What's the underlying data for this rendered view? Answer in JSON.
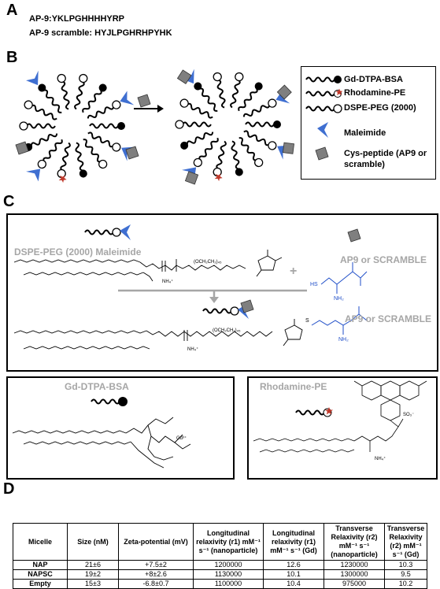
{
  "panels": {
    "a": "A",
    "b": "B",
    "c": "C",
    "d": "D"
  },
  "panel_a": {
    "line1": "AP-9:YKLPGHHHHYRP",
    "line2": "AP-9 scramble: HYJLPGHRHPYHK"
  },
  "legend": {
    "gd": "Gd-DTPA-BSA",
    "rho": "Rhodamine-PE",
    "dspe": "DSPE-PEG (2000)",
    "mal": "Maleimide",
    "cys1": "Cys-peptide (AP9 or",
    "cys2": "scramble)"
  },
  "panel_c": {
    "dspe_title": "DSPE-PEG (2000) Maleimide",
    "ap9_label_top": "AP9 or SCRAMBLE",
    "ap9_label_bottom": "AP9 or SCRAMBLE",
    "plus": "+",
    "peg_unit_top": "(OCH₂CH₂)₄₅",
    "peg_unit_bottom": "(OCH₂CH₂)₄₅",
    "nh4_top": "NH₄⁺",
    "nh4_bottom": "NH₄⁺",
    "hs": "HS",
    "nh2_top": "NH₂",
    "nh2_bottom": "NH₂",
    "s": "S",
    "gd_title": "Gd-DTPA-BSA",
    "gd_ion": "Gd³⁺",
    "rho_title": "Rhodamine-PE",
    "nh4_rho": "NH₄⁺",
    "so3": "SO₃⁻"
  },
  "table": {
    "headers": [
      "Micelle",
      "Size (nM)",
      "Zeta-potential (mV)",
      "Longitudinal relaxivity (r1) mM⁻¹ s⁻¹ (nanoparticle)",
      "Longitudinal relaxivity (r1) mM⁻¹ s⁻¹ (Gd)",
      "Transverse Relaxivity (r2) mM⁻¹ s⁻¹ (nanoparticle)",
      "Transverse Relaxivity (r2) mM⁻¹ s⁻¹ (Gd)"
    ],
    "rows": [
      [
        "NAP",
        "21±6",
        "+7.5±2",
        "1200000",
        "12.6",
        "1230000",
        "10.3"
      ],
      [
        "NAPSC",
        "19±2",
        "+8±2.6",
        "1130000",
        "10.1",
        "1300000",
        "9.5"
      ],
      [
        "Empty",
        "15±3",
        "-6.8±0.7",
        "1100000",
        "10.4",
        "975000",
        "10.2"
      ]
    ]
  },
  "colors": {
    "peptide_blue": "#1f4ec8",
    "maleimide_blue": "#3f6fd1",
    "rhodamine_red": "#c0392b",
    "peptide_gray": "#7f7f7f",
    "title_gray": "#a6a6a6"
  }
}
